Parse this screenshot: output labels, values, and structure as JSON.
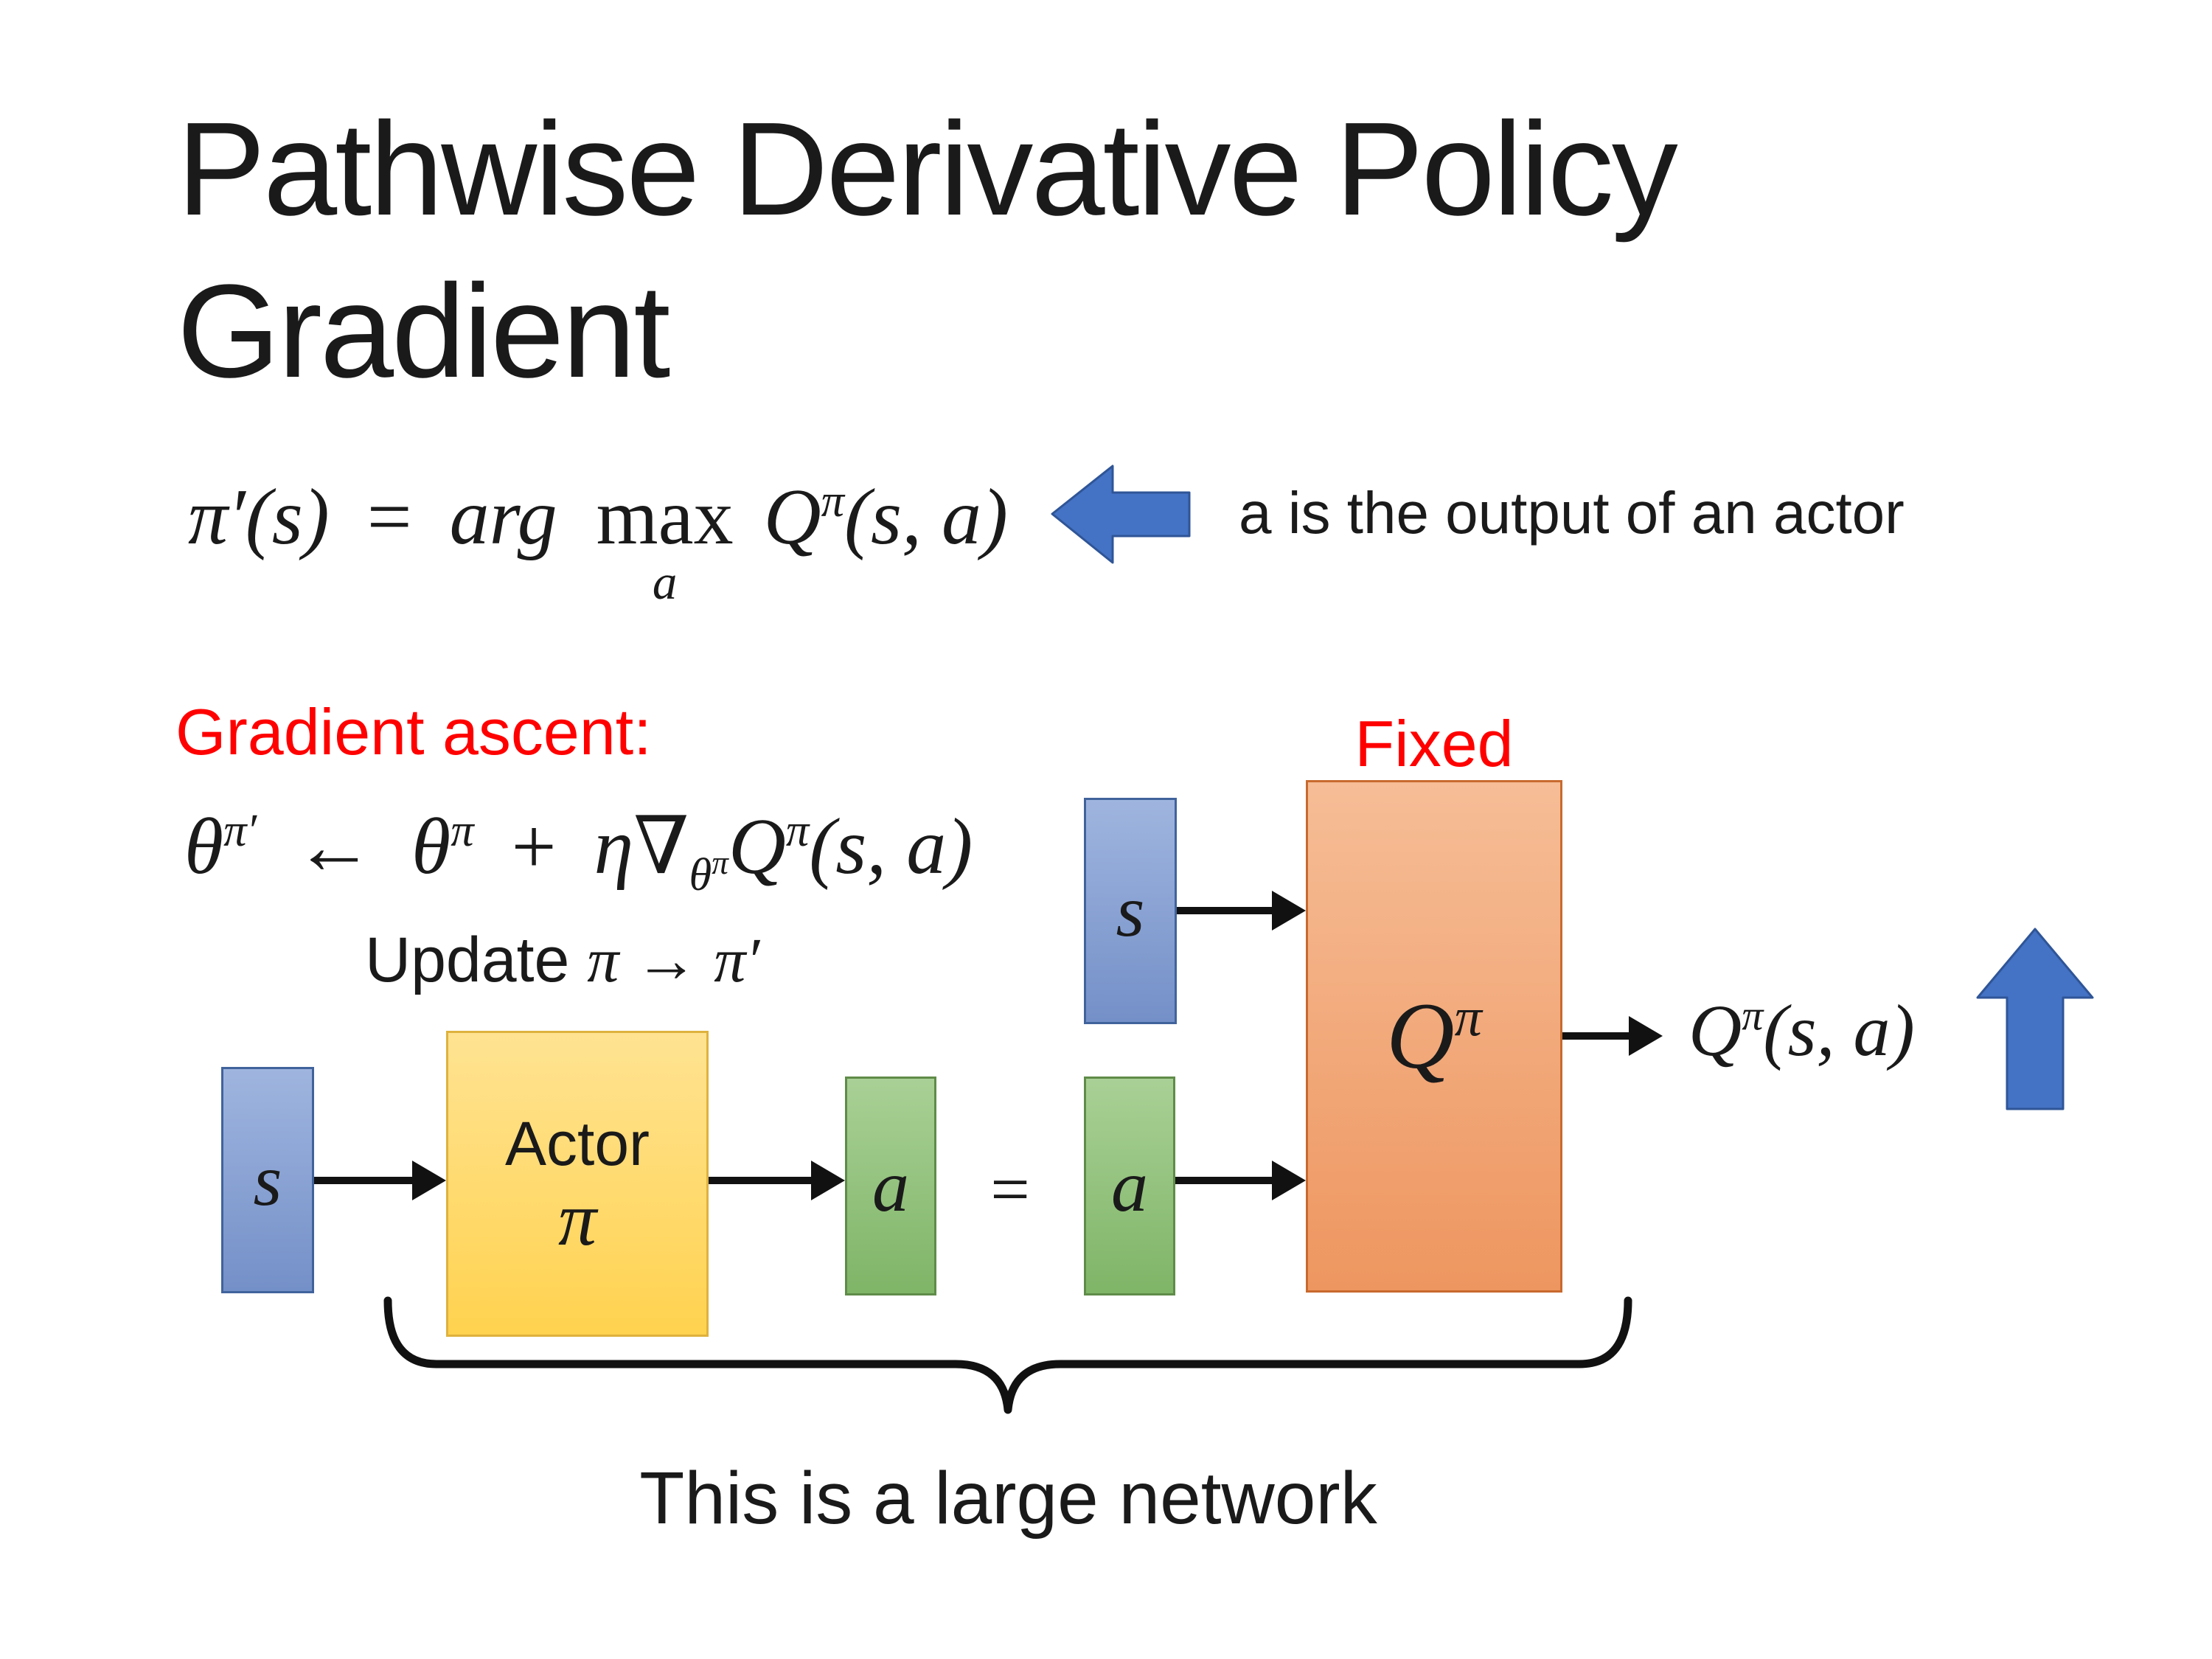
{
  "title": "Pathwise Derivative Policy Gradient",
  "eq_argmax": {
    "pi_s": "π′(s)",
    "equals": "=",
    "arg": "arg",
    "max": "max",
    "max_sub": "a",
    "q": "Q",
    "q_sup": "π",
    "args": "(s, a)"
  },
  "annotation_a_output": "a is the output of an actor",
  "labels": {
    "gradient_ascent": "Gradient ascent:",
    "fixed": "Fixed",
    "update_prefix": "Update ",
    "update_math": "π → π′",
    "equals": "=",
    "large_network": "This is a large network"
  },
  "eq_gradient": {
    "theta1": "θ",
    "theta1_sup": "π′",
    "left_arrow": "←",
    "theta2": "θ",
    "theta2_sup": "π",
    "plus": "+",
    "eta": "η",
    "nabla": "∇",
    "nabla_sub": "θ",
    "nabla_sub_sup": "π",
    "q": "Q",
    "q_sup": "π",
    "args": "(s, a)"
  },
  "diagram": {
    "s1": "s",
    "actor_line1": "Actor",
    "actor_line2": "π",
    "a1": "a",
    "a2": "a",
    "s2": "s",
    "q": "Q",
    "q_sup": "π",
    "output_q": "Q",
    "output_q_sup": "π",
    "output_args": "(s, a)"
  },
  "icons": {
    "left_block_arrow": "solid blue block arrow pointing left",
    "up_block_arrow": "solid blue block arrow pointing up",
    "underbrace": "horizontal curly brace spanning the network"
  },
  "colors": {
    "arrow_blue": "#4472C4",
    "arrow_blue_dark": "#2F5597",
    "red_text": "#FF0000",
    "state_box_blue": "#8FAADC",
    "action_box_green": "#8CC473",
    "actor_box_yellow": "#FFD965",
    "q_box_orange": "#F2A477",
    "black_arrow": "#111111"
  }
}
